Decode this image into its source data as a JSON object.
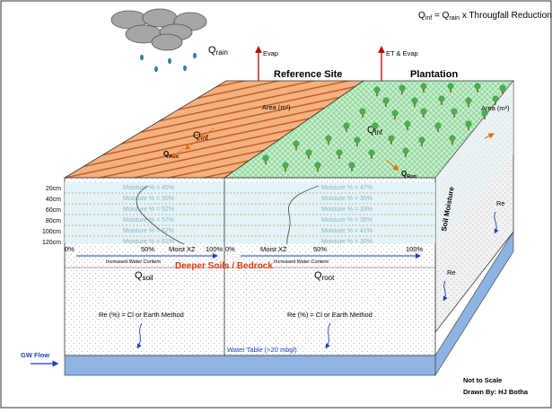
{
  "formula": {
    "q": "Q",
    "inf_sub": "inf",
    "eq": " = Q",
    "rain_sub": "rain",
    "tail": " x Througfall Reduction %"
  },
  "rain_label": {
    "q": "Q",
    "sub": "rain"
  },
  "evap_label": "Evap",
  "et_evap_label": "ET & Evap",
  "site_titles": {
    "reference": "Reference Site",
    "plantation": "Plantation"
  },
  "area_label_ref": "Area (m²)",
  "area_label_plant": "Area (m²)",
  "qinf_ref": {
    "q": "Q",
    "sub": "inf"
  },
  "qinf_plant": {
    "q": "Q",
    "sub": "inf"
  },
  "qrun_ref": {
    "q": "Q",
    "sub": "Run"
  },
  "qrun_plant": {
    "q": "Q",
    "sub": "Run"
  },
  "depths": [
    "20cm",
    "40cm",
    "60cm",
    "80cm",
    "100cm",
    "120cm"
  ],
  "moisture_ref": [
    "Moisture % = 45%",
    "Moisture % = 50%",
    "Moisture % = 52%",
    "Moisture % = 57%",
    "Moisture % = 62%",
    "Moisture % = 61%"
  ],
  "moisture_plant": [
    "Moisture % = 47%",
    "Moisture % = 35%",
    "Moisture % = 33%",
    "Moisture % = 35%",
    "Moisture % = 41%",
    "Moisture % = 30%"
  ],
  "axis_ref": {
    "start": "0%",
    "mid": "50%",
    "end": "100%",
    "label": "Moist XZ",
    "increase": "Increased Water Content"
  },
  "axis_plant": {
    "start": "0%",
    "mid": "50%",
    "end": "100%",
    "label": "Moist XZ",
    "increase": "Increased Water Content"
  },
  "soil_moisture_label": "Soil Moisture",
  "deeper_label": "Deeper Soils / Bedrock",
  "qsoil": {
    "q": "Q",
    "sub": "soil"
  },
  "qroot": {
    "q": "Q",
    "sub": "root"
  },
  "re_method_left": "Re (%) = Cl or Earth Method",
  "re_method_right": "Re (%) = Cl or Earth Method",
  "re_label": "Re",
  "gw_flow": "GW Flow",
  "water_table": "Water Table (>20 mbgl)",
  "footer": {
    "scale": "Not to Scale",
    "drawn": "Drawn By: HJ Botha"
  },
  "colors": {
    "ref_top": "#f4b183",
    "ref_stripe": "#c55a11",
    "plant_top": "#c6efce",
    "moisture_band": "#dff3f7",
    "water": "#8eb4e3",
    "arrow_red": "#c00000",
    "arrow_blue": "#1f3fbf",
    "orange_arrow": "#e46c0a",
    "deeper_red": "#e8380d",
    "tree_leaf": "#4caf50",
    "tree_trunk": "#8b5a2b",
    "cloud": "#a6a6a6",
    "rain_drop": "#31859c"
  }
}
